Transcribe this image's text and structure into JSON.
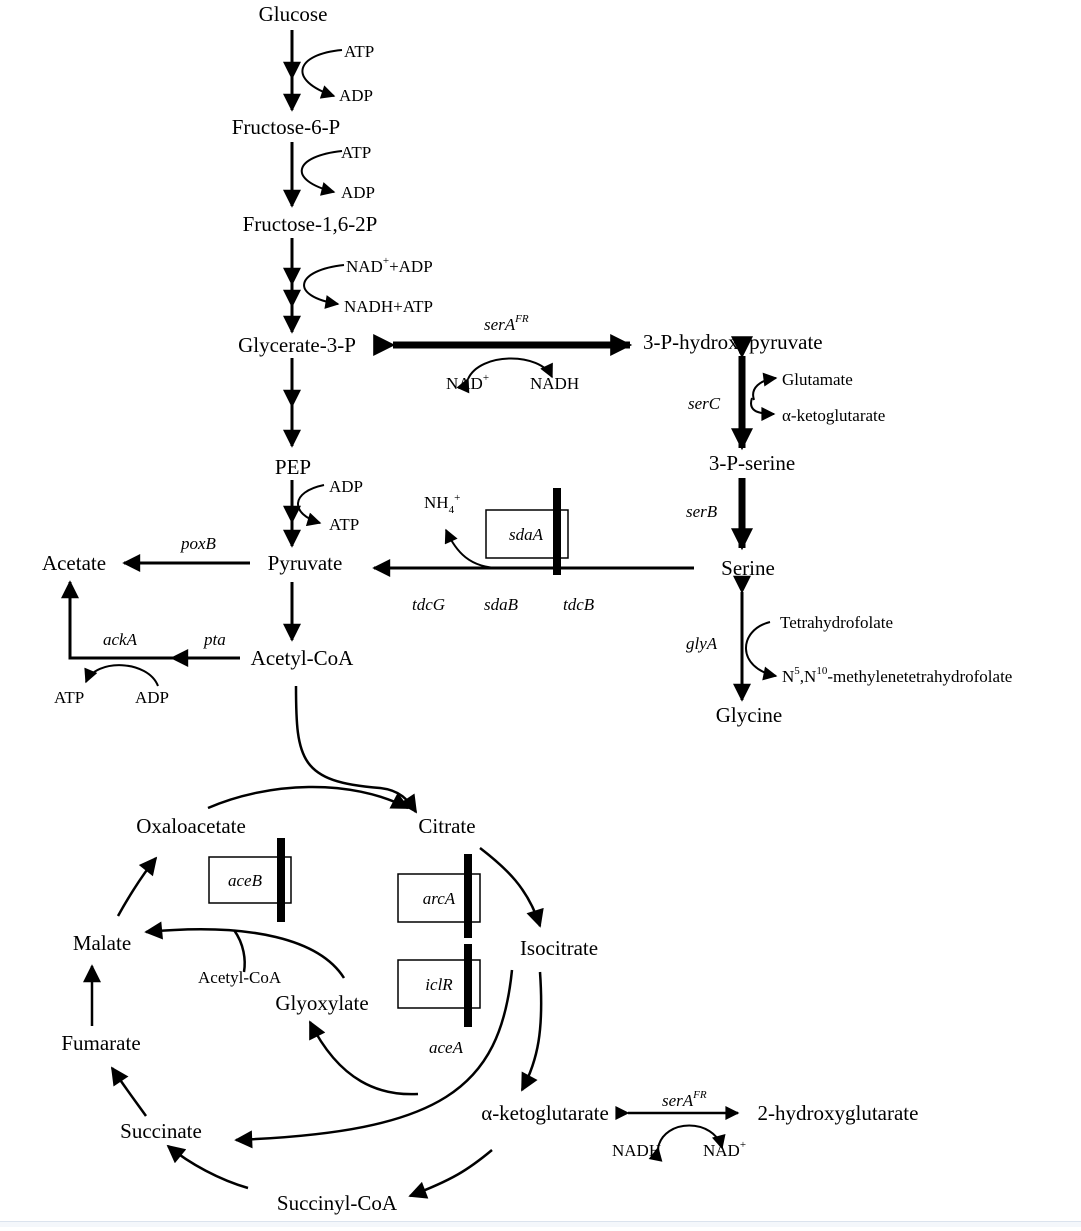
{
  "metabolites": {
    "glucose": "Glucose",
    "fructose_6p": "Fructose-6-P",
    "fructose_16_2p": "Fructose-1,6-2P",
    "glycerate_3p": "Glycerate-3-P",
    "pep": "PEP",
    "pyruvate": "Pyruvate",
    "acetate": "Acetate",
    "acetyl_coa": "Acetyl-CoA",
    "p_hydroxypyruvate": "3-P-hydroxypyruvate",
    "p_serine": "3-P-serine",
    "serine": "Serine",
    "glycine": "Glycine",
    "citrate": "Citrate",
    "oxaloacetate": "Oxaloacetate",
    "isocitrate": "Isocitrate",
    "malate": "Malate",
    "glyoxylate": "Glyoxylate",
    "fumarate": "Fumarate",
    "succinate": "Succinate",
    "succinyl_coa": "Succinyl-CoA",
    "a_ketoglutarate": "α-ketoglutarate",
    "hydroxyglutarate": "2-hydroxyglutarate"
  },
  "cofactors": {
    "atp": "ATP",
    "adp": "ADP",
    "nad_plus": "NAD",
    "plus_sup": "+",
    "nad_plus_adp_rest": "+ADP",
    "nadh_atp": "NADH+ATP",
    "nadh": "NADH",
    "nh4_base": "NH",
    "nh4_sub": "4",
    "glutamate": "Glutamate",
    "a_ketoglutarate_small": "α-ketoglutarate",
    "tetrahydrofolate": "Tetrahydrofolate",
    "methylene_n5": "N",
    "methylene_sup5": "5",
    "methylene_comma": ",N",
    "methylene_sup10": "10",
    "methylene_rest": "-methylenetetrahydrofolate",
    "acetyl_coa_small": "Acetyl-CoA"
  },
  "genes": {
    "serA_base": "serA",
    "serA_sup": "FR",
    "serC": "serC",
    "serB": "serB",
    "glyA": "glyA",
    "poxB": "poxB",
    "pta": "pta",
    "ackA": "ackA",
    "sdaA": "sdaA",
    "tdcG": "tdcG",
    "sdaB": "sdaB",
    "tdcB": "tdcB",
    "aceB": "aceB",
    "arcA": "arcA",
    "iclR": "iclR",
    "aceA": "aceA"
  }
}
